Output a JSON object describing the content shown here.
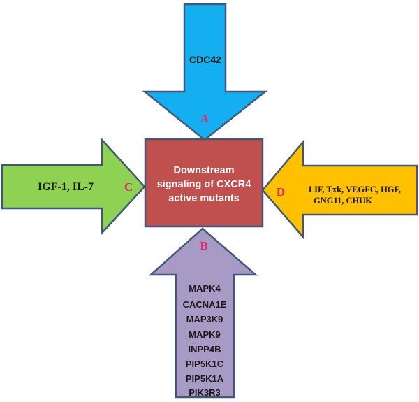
{
  "center": {
    "lines": [
      "Downstream",
      "signaling of CXCR4",
      "active mutants"
    ]
  },
  "arrow_a": {
    "letter": "A",
    "genes": [
      "CDC42"
    ]
  },
  "arrow_b": {
    "letter": "B",
    "genes": [
      "MAPK4",
      "CACNA1E",
      "MAP3K9",
      "MAPK9",
      "INPP4B",
      "PIP5K1C",
      "PIP5K1A",
      "PIK3R3"
    ]
  },
  "arrow_c": {
    "letter": "C",
    "genes": [
      "IGF-1, IL-7"
    ]
  },
  "arrow_d": {
    "letter": "D",
    "genes": [
      "LIF, Txk, VEGFC, HGF,",
      "GNG11, CHUK"
    ]
  },
  "colors": {
    "arrow_a": "#13aff0",
    "arrow_b": "#a79ac4",
    "arrow_c": "#8fd153",
    "arrow_d": "#ffc000",
    "center": "#c0504d",
    "outline": "#41587a",
    "letter": "#d92b6a"
  }
}
